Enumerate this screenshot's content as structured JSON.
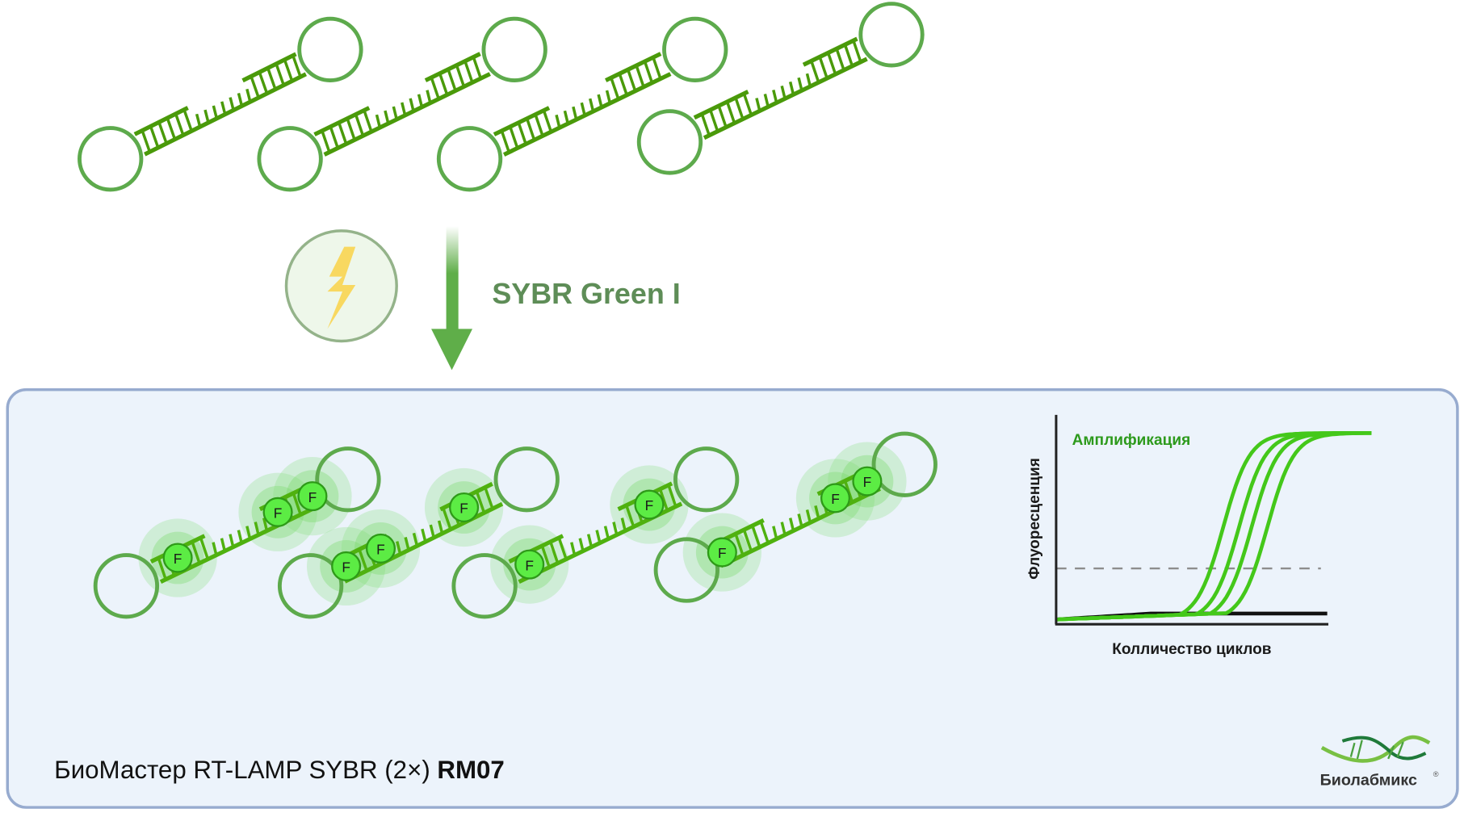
{
  "diagram": {
    "reagent_label": "SYBR Green I",
    "icons": {
      "excitation": "lightning-bolt-icon",
      "process_arrow": "down-arrow-icon",
      "fluorophore_marker": "F"
    },
    "input_molecules": {
      "description": "LAMP dumbbell DNA structures",
      "count": 4
    },
    "product_molecules": {
      "description": "dsDNA with bound SYBR Green I (fluorescent)",
      "count": 4,
      "fluorophore_counts": [
        3,
        3,
        2,
        3
      ],
      "fluorophore_label": "F"
    },
    "product_name": {
      "regular": "БиоМастер RT-LAMP SYBR (2×) ",
      "bold": "RM07"
    },
    "logo": {
      "name": "Биолабмикс",
      "registered_mark": "®"
    },
    "colors": {
      "dna": "#4a9a0a",
      "loop": "#5daa4c",
      "fluor": "#5cec44",
      "curve": "#44c81a",
      "box_fill": "#ecf3fb",
      "box_border": "#97abcf",
      "sybr_text": "#5e8d57",
      "bolt": "#f8d860"
    }
  },
  "chart_data": {
    "type": "line",
    "title": "",
    "annotation": "Амплификация",
    "xlabel": "Колличество циклов",
    "ylabel": "Флуоресценция",
    "xlim": [
      0,
      100
    ],
    "ylim": [
      0,
      100
    ],
    "grid": false,
    "legend": "none",
    "threshold": 27,
    "series": [
      {
        "name": "amplification-1",
        "kind": "positive",
        "midpoint": 53,
        "plateau": 96
      },
      {
        "name": "amplification-2",
        "kind": "positive",
        "midpoint": 58,
        "plateau": 96
      },
      {
        "name": "amplification-3",
        "kind": "positive",
        "midpoint": 62,
        "plateau": 96
      },
      {
        "name": "amplification-4",
        "kind": "positive",
        "midpoint": 67,
        "plateau": 96
      },
      {
        "name": "negative-control",
        "kind": "negative",
        "level": 4
      }
    ]
  }
}
